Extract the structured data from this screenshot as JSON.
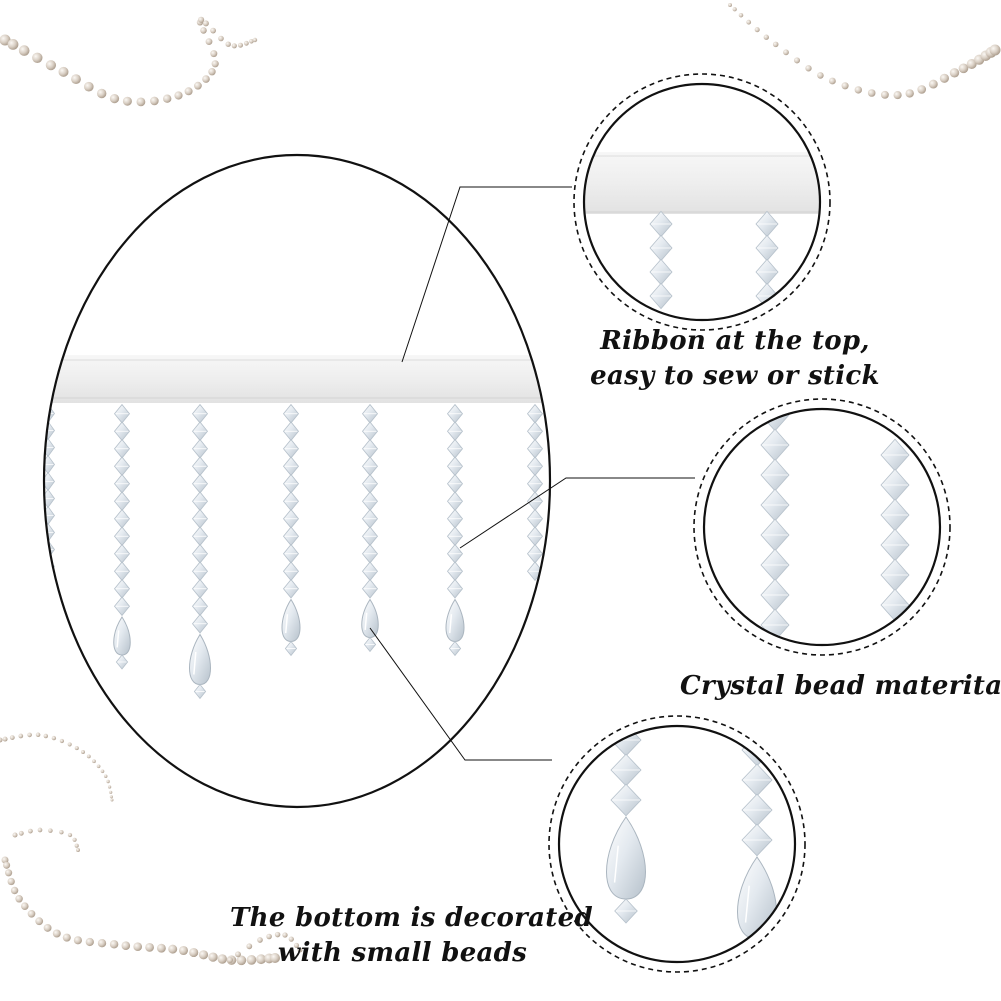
{
  "callouts": {
    "ribbon": {
      "line1": "Ribbon at the top,",
      "line2": "easy to sew or stick"
    },
    "crystal": {
      "line1": "Crystal bead materital"
    },
    "bottom": {
      "line1": "The bottom is decorated",
      "line2": "with small beads"
    }
  },
  "colors": {
    "pearl": "#d9cfc4",
    "pearl_shadow": "#b8aa9b",
    "bead": "#e6ebf0",
    "bead_edge": "#b9c3cc",
    "outline": "#111111",
    "text": "#111111"
  }
}
